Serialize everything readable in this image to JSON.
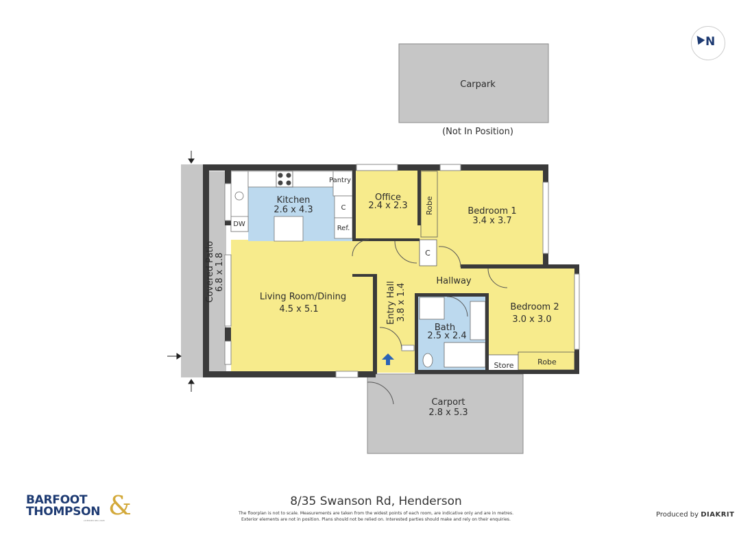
{
  "carpark": {
    "name": "Carpark",
    "note": "(Not In Position)"
  },
  "rooms": {
    "kitchen": {
      "name": "Kitchen",
      "dims": "2.6 x 4.3"
    },
    "office": {
      "name": "Office",
      "dims": "2.4 x 2.3"
    },
    "bedroom1": {
      "name": "Bedroom 1",
      "dims": "3.4 x 3.7"
    },
    "living": {
      "name": "Living Room/Dining",
      "dims": "4.5 x 5.1"
    },
    "hallway": {
      "name": "Hallway"
    },
    "entry_hall": {
      "name": "Entry Hall",
      "dims": "3.8 x 1.4"
    },
    "bath": {
      "name": "Bath",
      "dims": "2.5 x 2.4"
    },
    "bedroom2": {
      "name": "Bedroom 2",
      "dims": "3.0 x 3.0"
    },
    "covered_patio": {
      "name": "Covered Patio",
      "dims": "6.8 x 1.8"
    },
    "carport": {
      "name": "Carport",
      "dims": "2.8 x 5.3"
    }
  },
  "fixtures": {
    "pantry": "Pantry",
    "cupboard_kitchen": "C",
    "fridge": "Ref.",
    "dishwasher": "DW",
    "robe_office": "Robe",
    "cupboard_hall": "C",
    "store": "Store",
    "robe_bed2": "Robe"
  },
  "compass": {
    "label": "N"
  },
  "footer": {
    "address": "8/35 Swanson Rd, Henderson",
    "disclaimer_1": "The floorplan is not to scale. Measurements are taken from the widest points of each room, are indicative only and are in metres.",
    "disclaimer_2": "Exterior elements are not in position. Plans should not be relied on. Interested parties should make and rely on their enquiries.",
    "produced_prefix": "Produced by",
    "produced_brand": "DIAKRIT"
  },
  "logo": {
    "line1": "BARFOOT",
    "line2": "THOMPSON",
    "amp": "&",
    "sub": "LICENSED REA 2008"
  },
  "colors": {
    "living": "#f7eb8c",
    "wet": "#bcd9ee",
    "exterior": "#c6c6c6",
    "wall": "#3a3a3a",
    "brand_blue": "#1d3a72",
    "brand_gold": "#d3a93a"
  }
}
